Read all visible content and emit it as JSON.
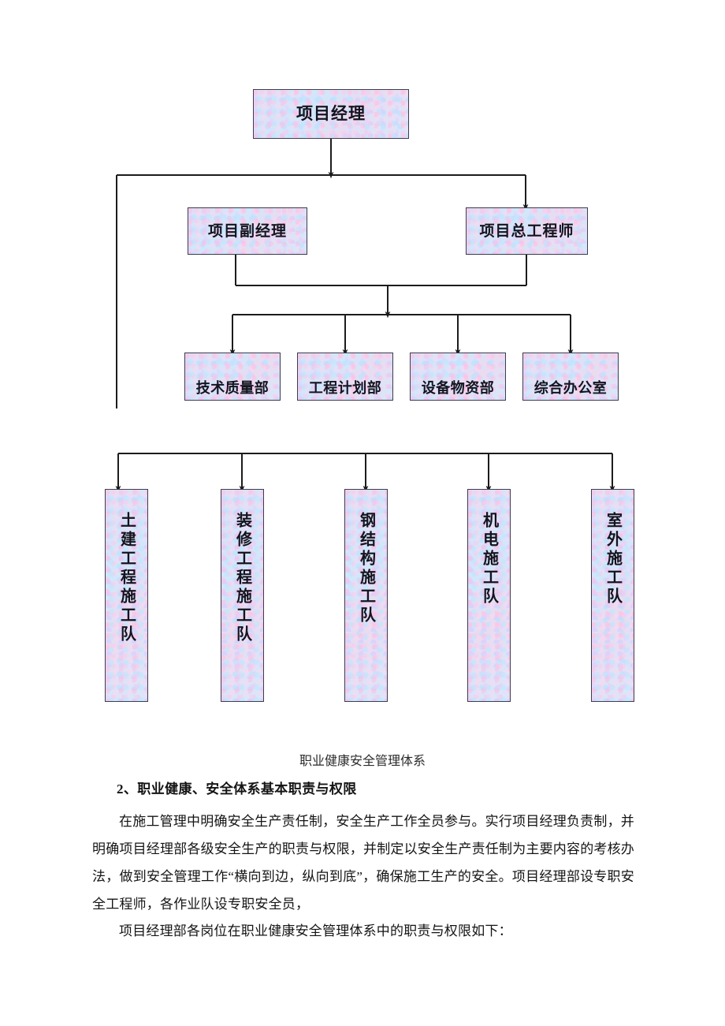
{
  "document": {
    "caption": "职业健康安全管理体系",
    "heading": "2、职业健康、安全体系基本职责与权限",
    "paragraphs": [
      "在施工管理中明确安全生产责任制，安全生产工作全员参与。实行项目经理负责制，并明确项目经理部各级安全生产的职责与权限，并制定以安全生产责任制为主要内容的考核办法，做到安全管理工作“横向到边，纵向到底”，确保施工生产的安全。项目经理部设专职安全工程师，各作业队设专职安全员，",
      "项目经理部各岗位在职业健康安全管理体系中的职责与权限如下："
    ]
  },
  "chart_data": {
    "type": "diagram",
    "title": "职业健康安全管理体系",
    "diagram_kind": "organization-chart",
    "levels": [
      {
        "level": 1,
        "nodes": [
          {
            "id": "project-manager",
            "label": "项目经理"
          }
        ]
      },
      {
        "level": 2,
        "nodes": [
          {
            "id": "deputy-project-manager",
            "label": "项目副经理"
          },
          {
            "id": "chief-engineer",
            "label": "项目总工程师"
          }
        ]
      },
      {
        "level": 3,
        "nodes": [
          {
            "id": "dept-technical-quality",
            "label": "技术质量部"
          },
          {
            "id": "dept-engineering-plan",
            "label": "工程计划部"
          },
          {
            "id": "dept-equipment-materials",
            "label": "设备物资部"
          },
          {
            "id": "dept-general-office",
            "label": "综合办公室"
          }
        ]
      },
      {
        "level": 4,
        "nodes": [
          {
            "id": "team-civil",
            "label": "土建工程施工队"
          },
          {
            "id": "team-decoration",
            "label": "装修工程施工队"
          },
          {
            "id": "team-steel-structure",
            "label": "钢结构施工队"
          },
          {
            "id": "team-mechanical-electrical",
            "label": "机电施工队"
          },
          {
            "id": "team-outdoor",
            "label": "室外施工队"
          }
        ]
      }
    ],
    "edges": [
      {
        "from": "project-manager",
        "to": "deputy-project-manager"
      },
      {
        "from": "project-manager",
        "to": "chief-engineer"
      },
      {
        "from": "deputy-project-manager",
        "to": "dept-technical-quality"
      },
      {
        "from": "deputy-project-manager",
        "to": "dept-engineering-plan"
      },
      {
        "from": "deputy-project-manager",
        "to": "dept-equipment-materials"
      },
      {
        "from": "deputy-project-manager",
        "to": "dept-general-office"
      },
      {
        "from": "chief-engineer",
        "to": "dept-technical-quality"
      },
      {
        "from": "chief-engineer",
        "to": "dept-engineering-plan"
      },
      {
        "from": "chief-engineer",
        "to": "dept-equipment-materials"
      },
      {
        "from": "chief-engineer",
        "to": "dept-general-office"
      },
      {
        "from": "project-manager",
        "to": "team-civil"
      },
      {
        "from": "project-manager",
        "to": "team-decoration"
      },
      {
        "from": "project-manager",
        "to": "team-steel-structure"
      },
      {
        "from": "project-manager",
        "to": "team-mechanical-electrical"
      },
      {
        "from": "project-manager",
        "to": "team-outdoor"
      }
    ],
    "colors": {
      "node_fill": "#dcdaf0",
      "node_border": "#3d3d4f",
      "connector": "#1c1c1c",
      "text": "#14141e",
      "page_background": "#ffffff"
    }
  }
}
